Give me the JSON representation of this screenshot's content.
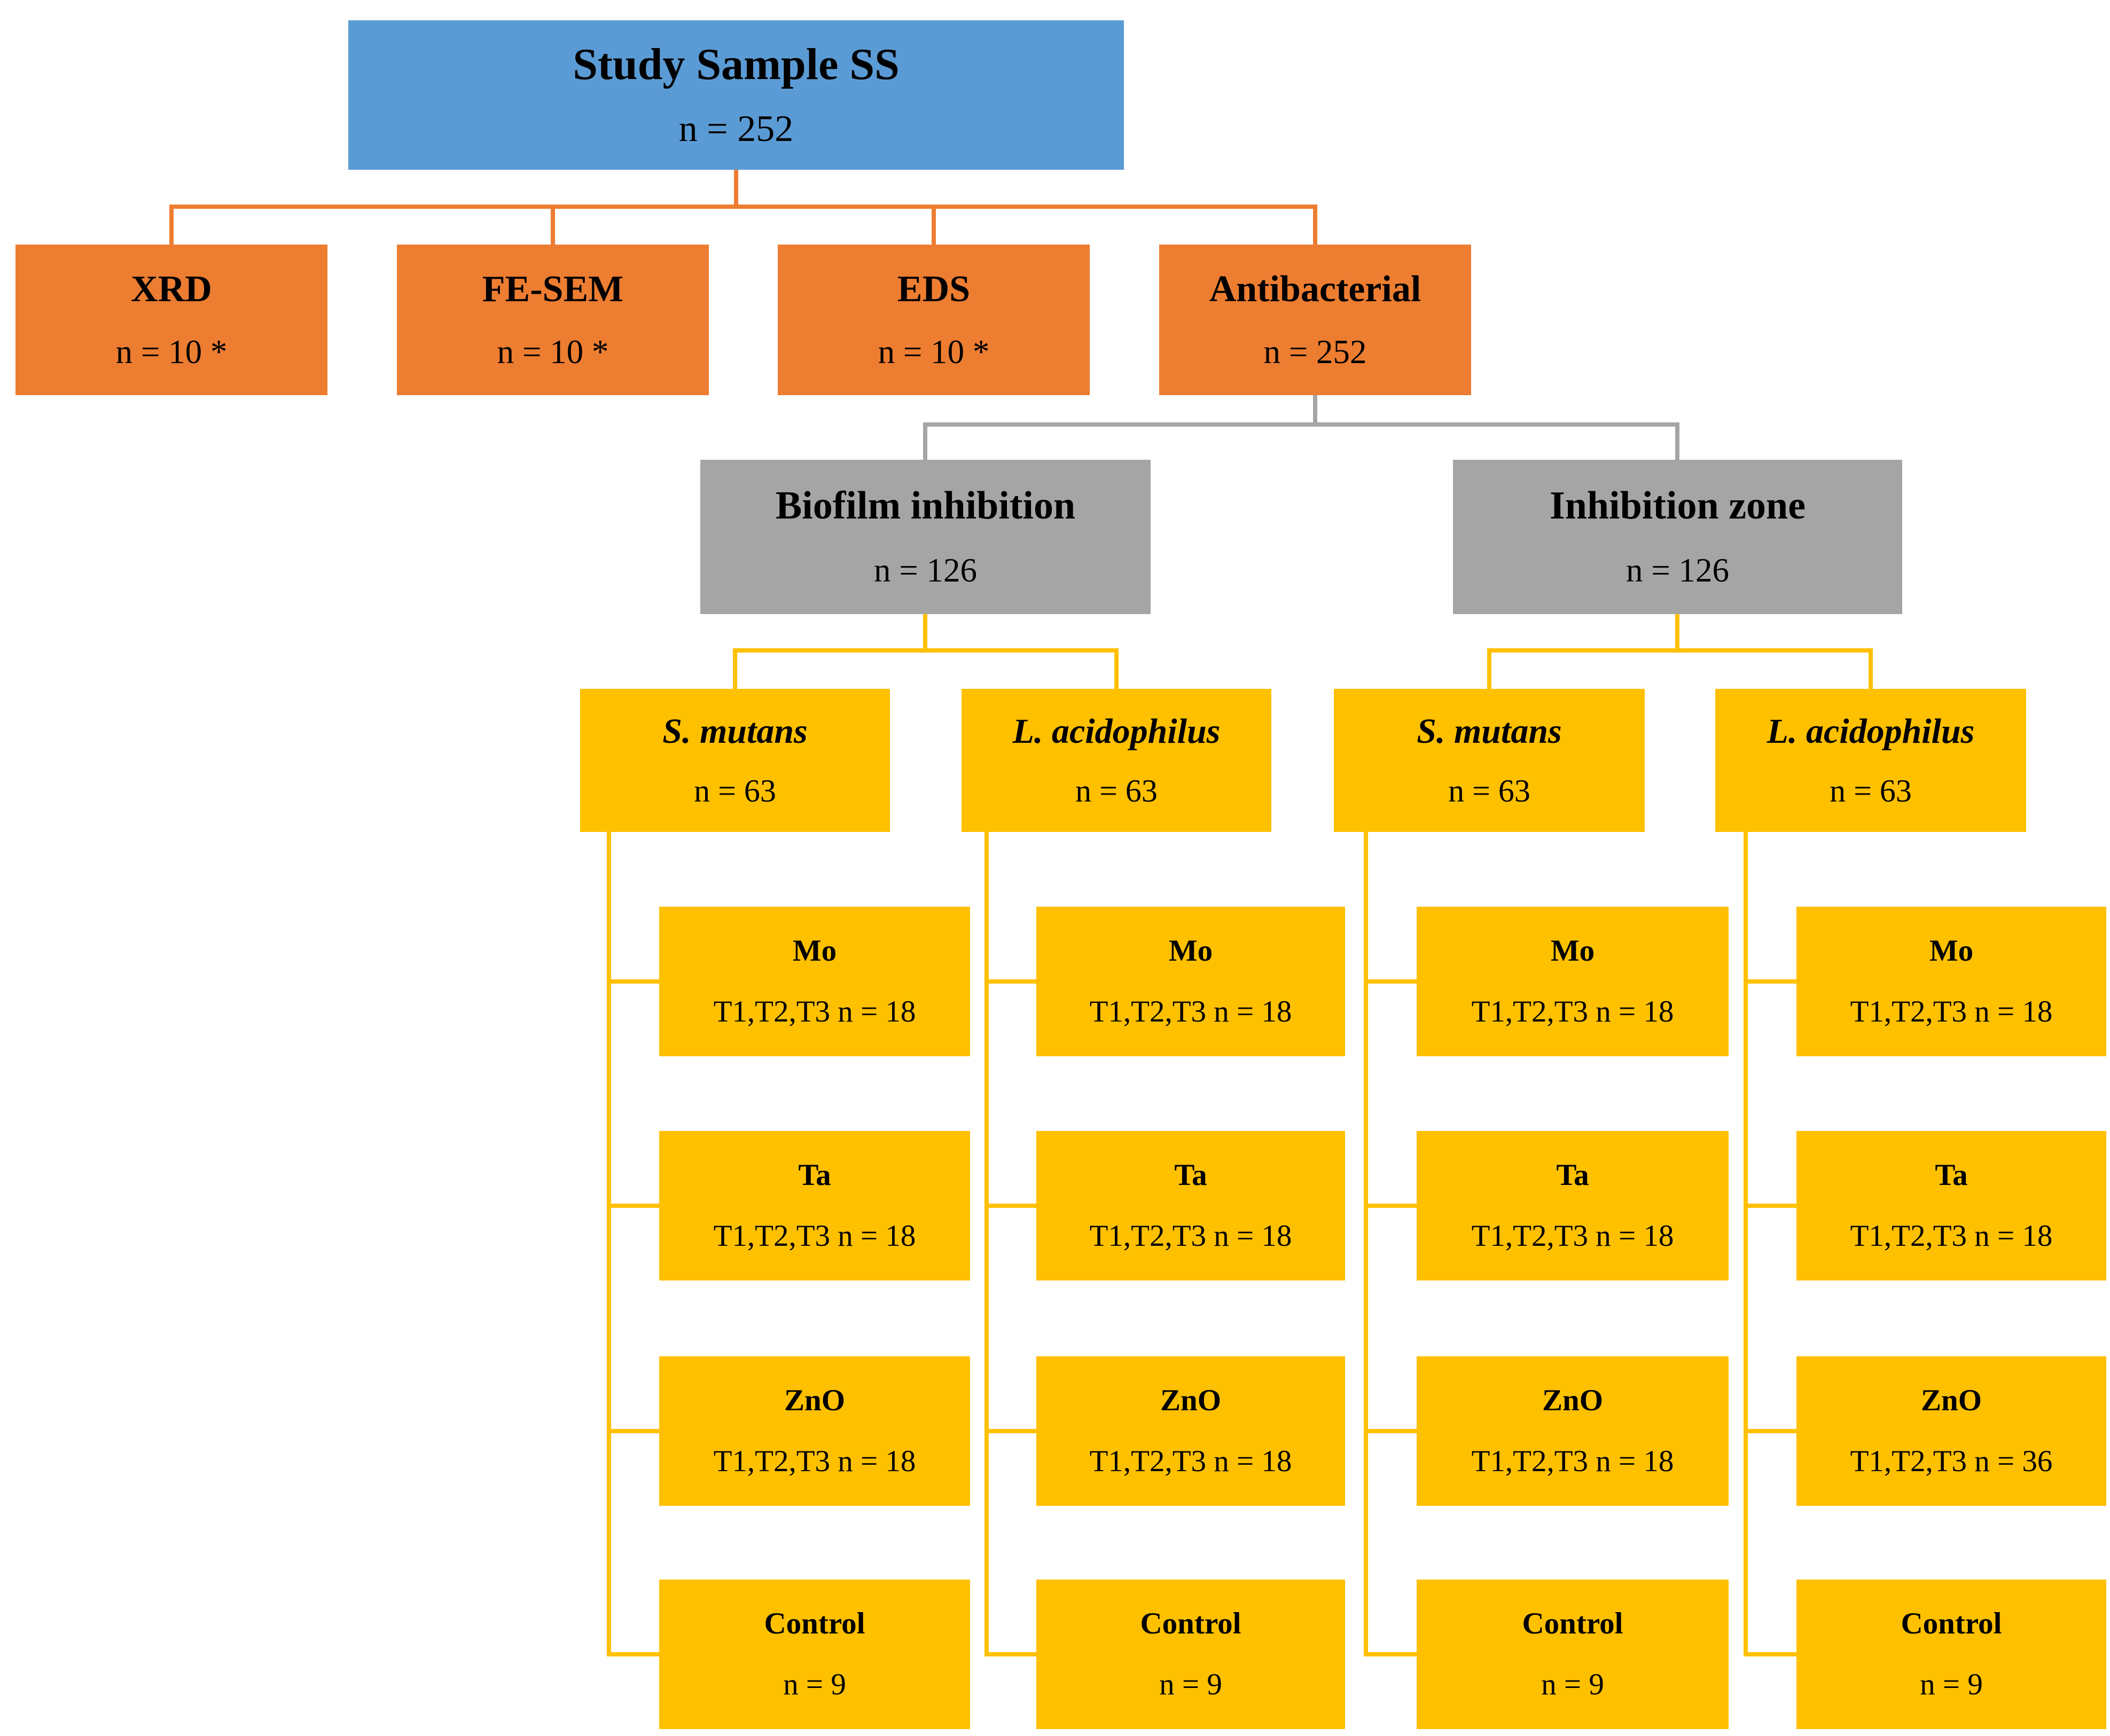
{
  "palette": {
    "root_fill": "#5B9BD5",
    "method_fill": "#ED7D31",
    "assay_fill": "#A5A5A5",
    "group_fill": "#FFC000"
  },
  "root": {
    "label": "Study Sample SS",
    "n": "n = 252"
  },
  "methods": [
    {
      "label": "XRD",
      "n": "n = 10 *"
    },
    {
      "label": "FE-SEM",
      "n": "n = 10 *"
    },
    {
      "label": "EDS",
      "n": "n = 10 *"
    },
    {
      "label": "Antibacterial",
      "n": "n = 252"
    }
  ],
  "assays": [
    {
      "label": "Biofilm inhibition",
      "n": "n = 126"
    },
    {
      "label": "Inhibition zone",
      "n": "n = 126"
    }
  ],
  "species": [
    {
      "label": "S. mutans",
      "n": "n = 63"
    },
    {
      "label": "L. acidophilus",
      "n": "n = 63"
    },
    {
      "label": "S. mutans",
      "n": "n = 63"
    },
    {
      "label": "L. acidophilus",
      "n": "n = 63"
    }
  ],
  "treatments": [
    [
      {
        "label": "Mo",
        "sub": "T1,T2,T3 n = 18"
      },
      {
        "label": "Ta",
        "sub": "T1,T2,T3 n = 18"
      },
      {
        "label": "ZnO",
        "sub": "T1,T2,T3 n = 18"
      },
      {
        "label": "Control",
        "sub": "n = 9"
      }
    ],
    [
      {
        "label": "Mo",
        "sub": "T1,T2,T3 n = 18"
      },
      {
        "label": "Ta",
        "sub": "T1,T2,T3 n = 18"
      },
      {
        "label": "ZnO",
        "sub": "T1,T2,T3 n = 18"
      },
      {
        "label": "Control",
        "sub": "n = 9"
      }
    ],
    [
      {
        "label": "Mo",
        "sub": "T1,T2,T3 n = 18"
      },
      {
        "label": "Ta",
        "sub": "T1,T2,T3 n = 18"
      },
      {
        "label": "ZnO",
        "sub": "T1,T2,T3 n = 18"
      },
      {
        "label": "Control",
        "sub": "n = 9"
      }
    ],
    [
      {
        "label": "Mo",
        "sub": "T1,T2,T3 n = 18"
      },
      {
        "label": "Ta",
        "sub": "T1,T2,T3 n = 18"
      },
      {
        "label": "ZnO",
        "sub": "T1,T2,T3 n = 36"
      },
      {
        "label": "Control",
        "sub": "n = 9"
      }
    ]
  ]
}
